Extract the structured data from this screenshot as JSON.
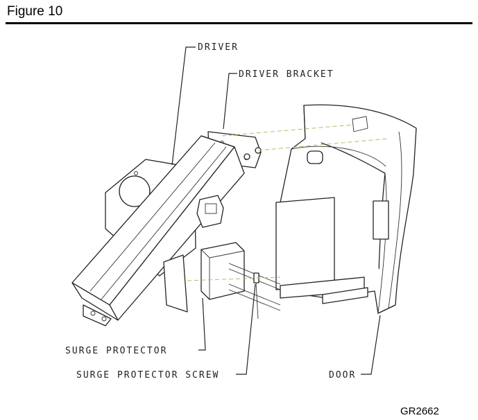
{
  "figure": {
    "title": "Figure 10",
    "code": "GR2662"
  },
  "labels": {
    "driver": "DRIVER",
    "driver_bracket": "DRIVER BRACKET",
    "surge_protector": "SURGE PROTECTOR",
    "surge_protector_screw": "SURGE PROTECTOR SCREW",
    "door": "DOOR"
  }
}
